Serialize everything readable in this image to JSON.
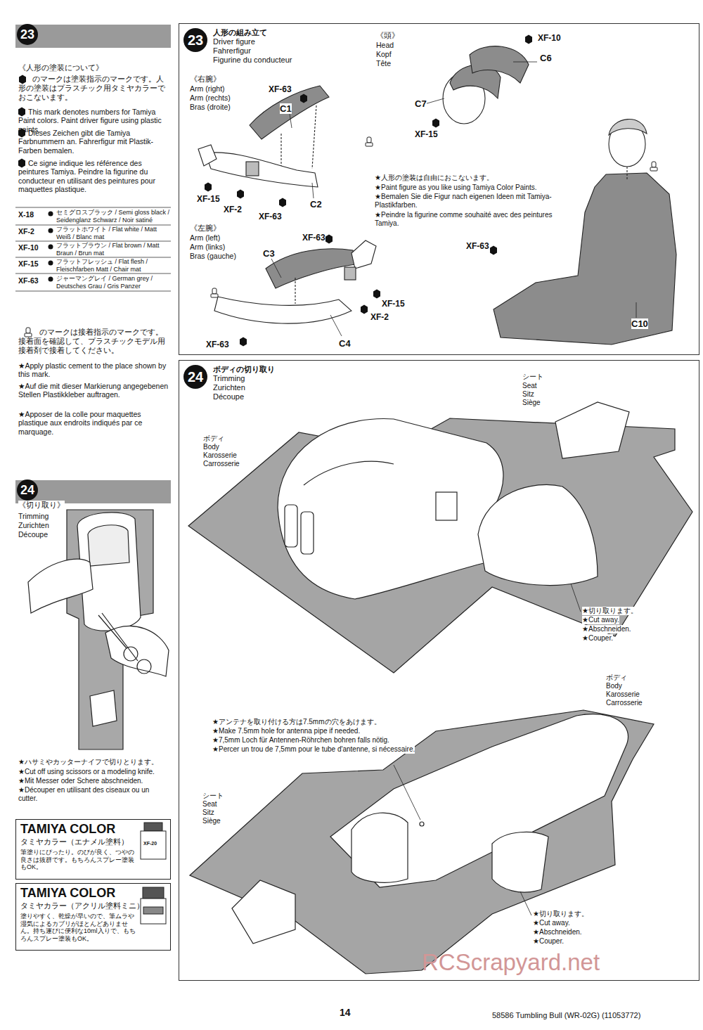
{
  "diagram": {
    "nodes": [
      {
        "text": [
          "23"
        ]
      },
      {
        "text": [
          "23",
          "人形の組み立て",
          "Driver figure",
          "Fahrerfigur",
          "Figurine du conducteur"
        ]
      },
      {
        "text": [
          "24"
        ]
      },
      {
        "text": [
          "TAMIYA COLOR",
          "タミヤカラー（エナメル塗料）",
          "筆塗りにぴったり。のびが良く、つやの良さは抜群です。もちろんスプレー塗装もOK。"
        ]
      },
      {
        "text": [
          "TAMIYA COLOR",
          "タミヤカラー（アクリル塗料ミニ）",
          "塗りやすく、乾燥が早いので、筆ムラや湿気によるカブリがほとんどありません。持ち運びに便利な10ml入りで、もちろんスプレー塗装もOK。"
        ]
      },
      {
        "text": [
          "24",
          "ボディの切り取り",
          "Trimming",
          "Zurichten",
          "Découpe"
        ]
      }
    ],
    "labels": [
      "《人形の塗装について》",
      "のマークは塗装指示のマークです。人形の塗装はプラスチック用タミヤカラーでおこないます。",
      "This mark denotes numbers for Tamiya Paint colors. Paint driver figure using plastic paints.",
      "Dieses Zeichen gibt die Tamiya Farbnummern an. Fahrerfigur mit Plastik-Farben bemalen.",
      "Ce signe indique les référence des peintures Tamiya. Peindre la figurine du conducteur en utilisant des peintures pour maquettes plastique.",
      "X-18",
      "セミグロスブラック / Semi gloss black / Seidenglanz Schwarz / Noir satiné",
      "XF-2",
      "フラットホワイト / Flat white / Matt Weiß / Blanc mat",
      "XF-10",
      "フラットブラウン / Flat brown / Matt Braun / Brun mat",
      "XF-15",
      "フラットフレッシュ / Flat flesh / Fleischfarben Matt / Chair mat",
      "XF-63",
      "ジャーマングレイ / German grey / Deutsches Grau / Gris Panzer",
      "のマークは接着指示のマークです。接着面を確認して、プラスチックモデル用接着剤で接着してください。",
      "★Apply plastic cement to the place shown by this mark.",
      "★Auf die mit dieser Markierung angegebenen Stellen Plastikkleber auftragen.",
      "★Apposer de la colle pour maquettes plastique aux endroits indiqués par ce marquage.",
      "《切り取り》",
      "Trimming",
      "Zurichten",
      "Découpe",
      "★ハサミやカッターナイフで切りとります。",
      "★Cut off using scissors or a modeling knife.",
      "★Mit Messer oder Schere abschneiden.",
      "★Découper en utilisant des ciseaux ou un cutter.",
      "XF-20",
      "《右腕》",
      "Arm (right)",
      "Arm (rechts)",
      "Bras (droite)",
      "XF-63",
      "C1",
      "XF-15",
      "XF-2",
      "XF-63",
      "C2",
      "《左腕》",
      "Arm (left)",
      "Arm (links)",
      "Bras (gauche)",
      "XF-63",
      "C3",
      "XF-15",
      "XF-2",
      "C4",
      "XF-63",
      "《頭》",
      "Head",
      "Kopf",
      "Tête",
      "XF-10",
      "C6",
      "C7",
      "XF-15",
      "★人形の塗装は自由におこないます。",
      "★Paint figure as you like using Tamiya Color Paints.",
      "★Bemalen Sie die Figur nach eigenen Ideen mit Tamiya-Plastikfarben.",
      "★Peindre la figurine comme souhaité avec des peintures Tamiya.",
      "XF-63",
      "C10",
      "シート",
      "Seat",
      "Sitz",
      "Siège",
      "ボディ",
      "Body",
      "Karosserie",
      "Carrosserie",
      "★切り取ります。",
      "★Cut away.",
      "★Abschneiden.",
      "★Couper.",
      "ボディ",
      "Body",
      "Karosserie",
      "Carrosserie",
      "★アンテナを取り付ける方は7.5mmの穴をあけます。",
      "★Make 7.5mm hole for antenna pipe if needed.",
      "★7,5mm Loch für Antennen-Röhrchen bohren falls nötig.",
      "★Percer un trou de 7,5mm pour le tube d'antenne, si nécessaire.",
      "シート",
      "Seat",
      "Sitz",
      "Siège",
      "★切り取ります。",
      "★Cut away.",
      "★Abschneiden.",
      "★Couper.",
      "RCScrapyard.net",
      "14",
      "58586 Tumbling Bull (WR-02G) (11053772)"
    ]
  }
}
